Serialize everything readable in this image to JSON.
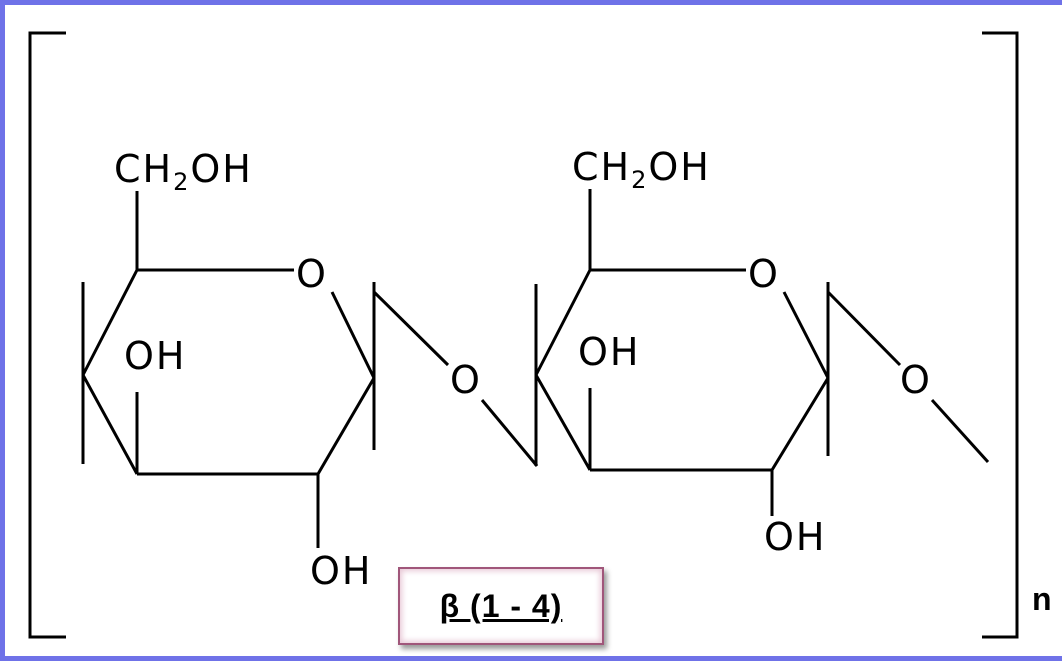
{
  "labels": {
    "ch2oh_main": "CH",
    "ch2oh_sub": "2",
    "ch2oh_tail": "OH",
    "oh": "OH",
    "o": "O",
    "repeat_n": "n"
  },
  "linkage": "β (1 - 4)",
  "colors": {
    "frame_border": "#6f72e8",
    "linkage_border": "#a0567a"
  }
}
